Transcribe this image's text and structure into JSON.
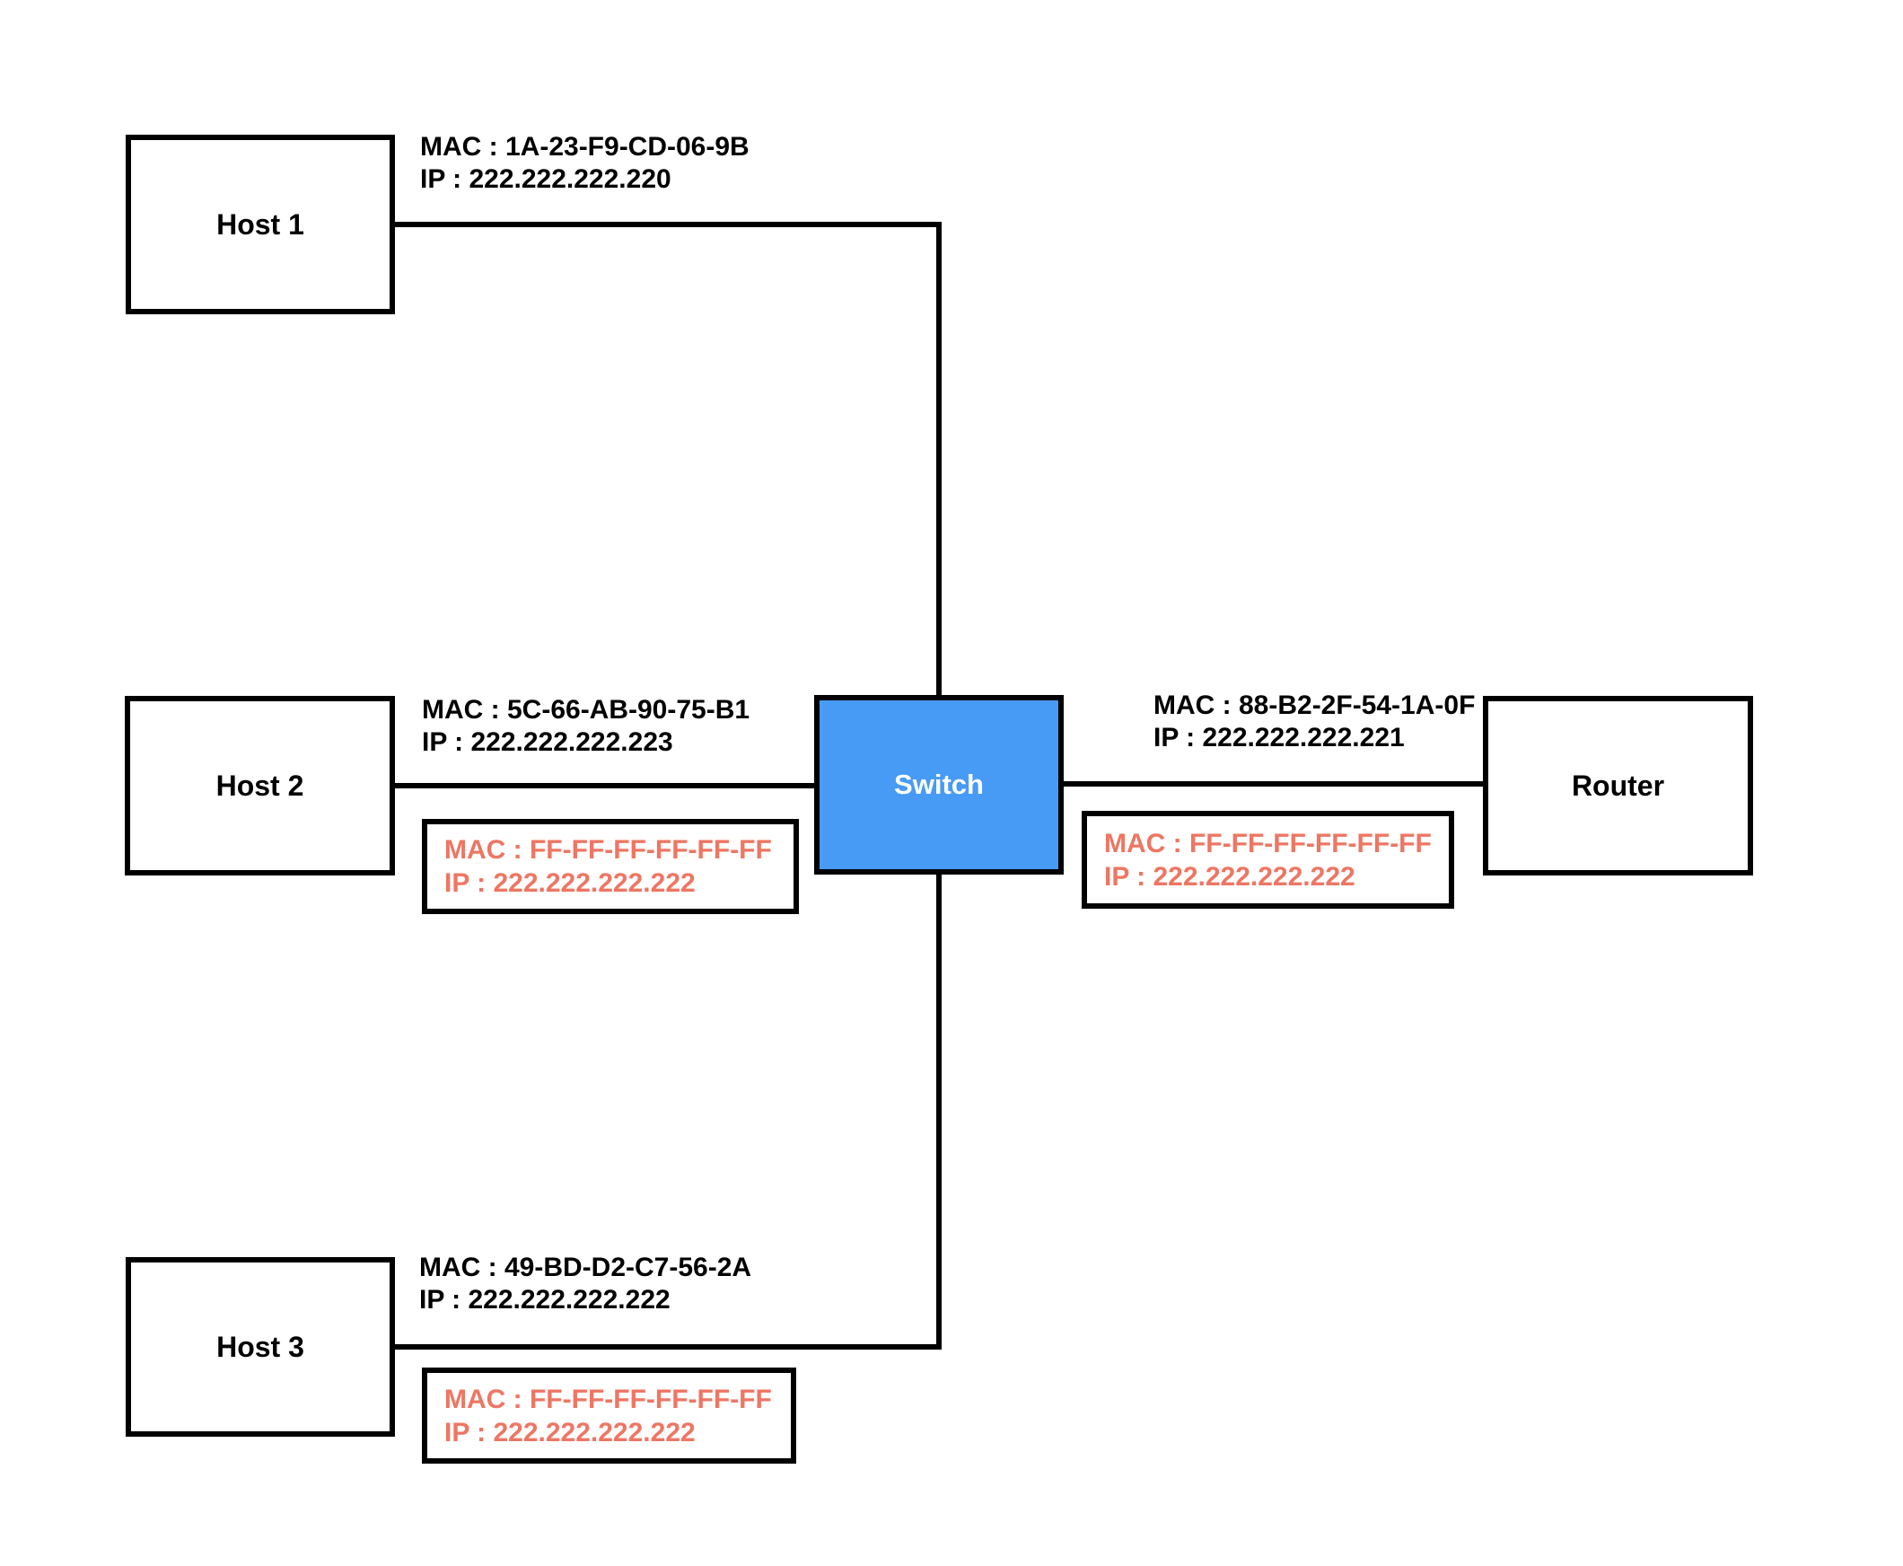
{
  "colors": {
    "switch_fill": "#479BF5",
    "broadcast_text": "#EE7663",
    "line": "#000000"
  },
  "nodes": {
    "host1": {
      "label": "Host 1",
      "mac": "MAC : 1A-23-F9-CD-06-9B",
      "ip": "IP : 222.222.222.220"
    },
    "host2": {
      "label": "Host 2",
      "mac": "MAC : 5C-66-AB-90-75-B1",
      "ip": "IP : 222.222.222.223"
    },
    "host3": {
      "label": "Host 3",
      "mac": "MAC : 49-BD-D2-C7-56-2A",
      "ip": "IP : 222.222.222.222"
    },
    "switch": {
      "label": "Switch"
    },
    "router": {
      "label": "Router",
      "mac": "MAC : 88-B2-2F-54-1A-0F",
      "ip": "IP : 222.222.222.221"
    }
  },
  "broadcast_frames": {
    "host2": {
      "mac": "MAC : FF-FF-FF-FF-FF-FF",
      "ip": "IP : 222.222.222.222"
    },
    "router": {
      "mac": "MAC : FF-FF-FF-FF-FF-FF",
      "ip": "IP : 222.222.222.222"
    },
    "host3": {
      "mac": "MAC : FF-FF-FF-FF-FF-FF",
      "ip": "IP : 222.222.222.222"
    }
  }
}
